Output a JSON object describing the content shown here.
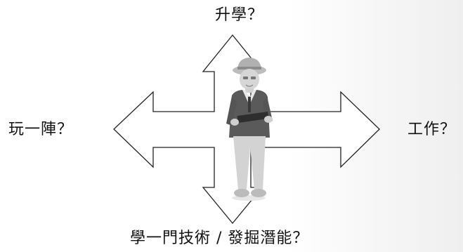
{
  "labels": {
    "top": "升學？",
    "left": "玩一陣？",
    "right": "工作？",
    "bottom": "學一門技術 / 發掘潛能？"
  },
  "colors": {
    "arrow_stroke": "#222222",
    "arrow_fill": "#ffffff",
    "figure_suit": "#555555",
    "figure_skin": "#d9d9d9",
    "figure_pants": "#d0d0d0"
  }
}
